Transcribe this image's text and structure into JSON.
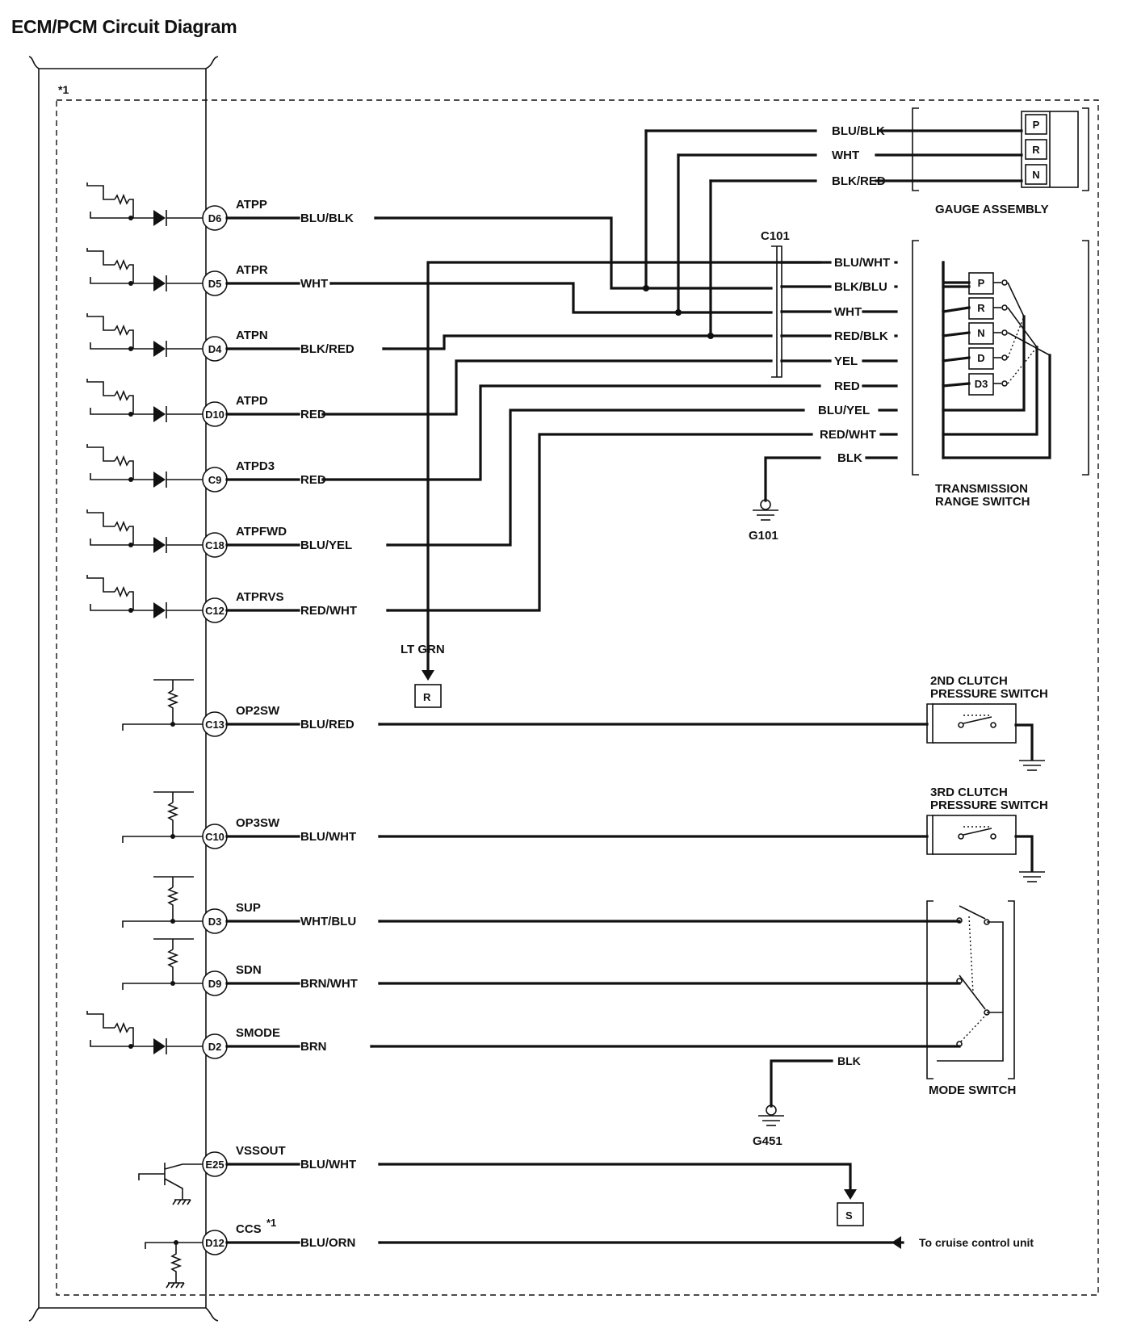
{
  "title": "ECM/PCM Circuit Diagram",
  "note_marker": "*1",
  "connectors": {
    "c101": "C101",
    "g101": "G101",
    "g451": "G451",
    "ref_r": "R",
    "ref_s": "S",
    "lt_grn": "LT GRN"
  },
  "ecm_terminals": [
    {
      "pin": "D6",
      "signal": "ATPP",
      "wire": "BLU/BLK"
    },
    {
      "pin": "D5",
      "signal": "ATPR",
      "wire": "WHT"
    },
    {
      "pin": "D4",
      "signal": "ATPN",
      "wire": "BLK/RED"
    },
    {
      "pin": "D10",
      "signal": "ATPD",
      "wire": "RED"
    },
    {
      "pin": "C9",
      "signal": "ATPD3",
      "wire": "RED"
    },
    {
      "pin": "C18",
      "signal": "ATPFWD",
      "wire": "BLU/YEL"
    },
    {
      "pin": "C12",
      "signal": "ATPRVS",
      "wire": "RED/WHT"
    },
    {
      "pin": "C13",
      "signal": "OP2SW",
      "wire": "BLU/RED"
    },
    {
      "pin": "C10",
      "signal": "OP3SW",
      "wire": "BLU/WHT"
    },
    {
      "pin": "D3",
      "signal": "SUP",
      "wire": "WHT/BLU"
    },
    {
      "pin": "D9",
      "signal": "SDN",
      "wire": "BRN/WHT"
    },
    {
      "pin": "D2",
      "signal": "SMODE",
      "wire": "BRN"
    },
    {
      "pin": "E25",
      "signal": "VSSOUT",
      "wire": "BLU/WHT"
    },
    {
      "pin": "D12",
      "signal": "CCS",
      "signal_note": "*1",
      "wire": "BLU/ORN"
    }
  ],
  "gauge_assembly": {
    "label": "GAUGE ASSEMBLY",
    "positions": [
      "P",
      "R",
      "N"
    ],
    "wires": [
      "BLU/BLK",
      "WHT",
      "BLK/RED"
    ]
  },
  "transmission_range_switch": {
    "label_line1": "TRANSMISSION",
    "label_line2": "RANGE SWITCH",
    "positions": [
      "P",
      "R",
      "N",
      "D",
      "D3"
    ],
    "wires": [
      "BLU/WHT",
      "BLK/BLU",
      "WHT",
      "RED/BLK",
      "YEL",
      "RED",
      "BLU/YEL",
      "RED/WHT",
      "BLK"
    ]
  },
  "clutch_2nd": {
    "line1": "2ND CLUTCH",
    "line2": "PRESSURE SWITCH"
  },
  "clutch_3rd": {
    "line1": "3RD CLUTCH",
    "line2": "PRESSURE SWITCH"
  },
  "mode_switch": {
    "label": "MODE SWITCH",
    "ground_wire": "BLK"
  },
  "cruise_note": "To cruise control unit"
}
